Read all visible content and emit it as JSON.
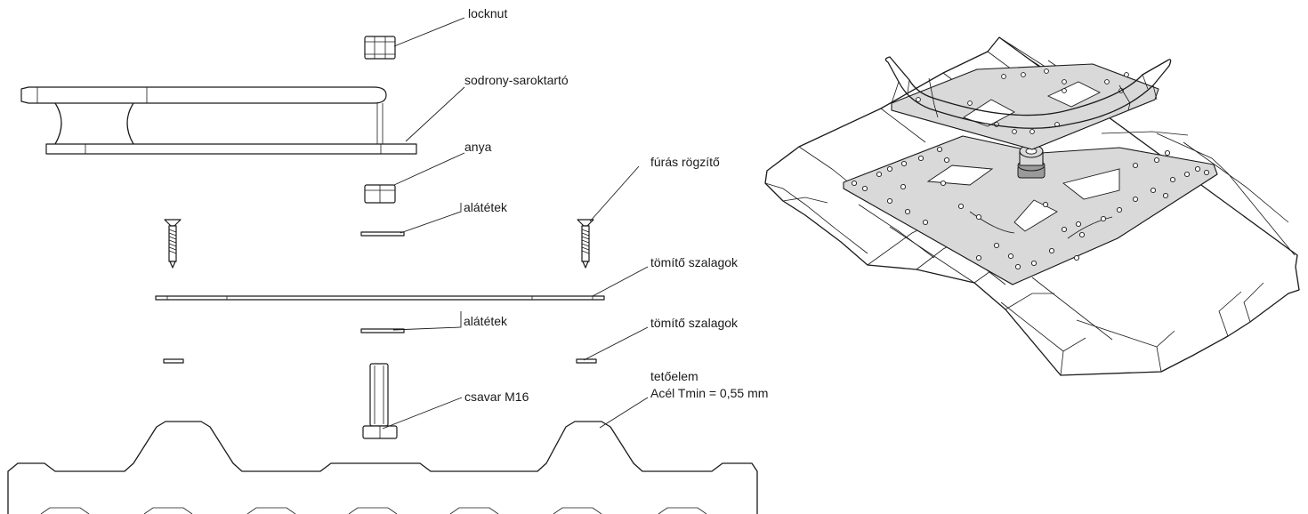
{
  "labels": {
    "locknut": "locknut",
    "saroktarto": "sodrony-saroktartó",
    "anya": "anya",
    "furas": "fúrás rögzítő",
    "alatet_1": "alátétek",
    "tomito_1": "tömítő szalagok",
    "alatet_2": "alátétek",
    "tomito_2": "tömítő szalagok",
    "tetoelem": "tetőelem",
    "tetoelem_spec": "Acél Tmin = 0,55 mm",
    "csavar": "csavar M16"
  },
  "colors": {
    "line": "#1a1a1a",
    "plate_fill": "#d9d9d9",
    "background": "#ffffff"
  }
}
